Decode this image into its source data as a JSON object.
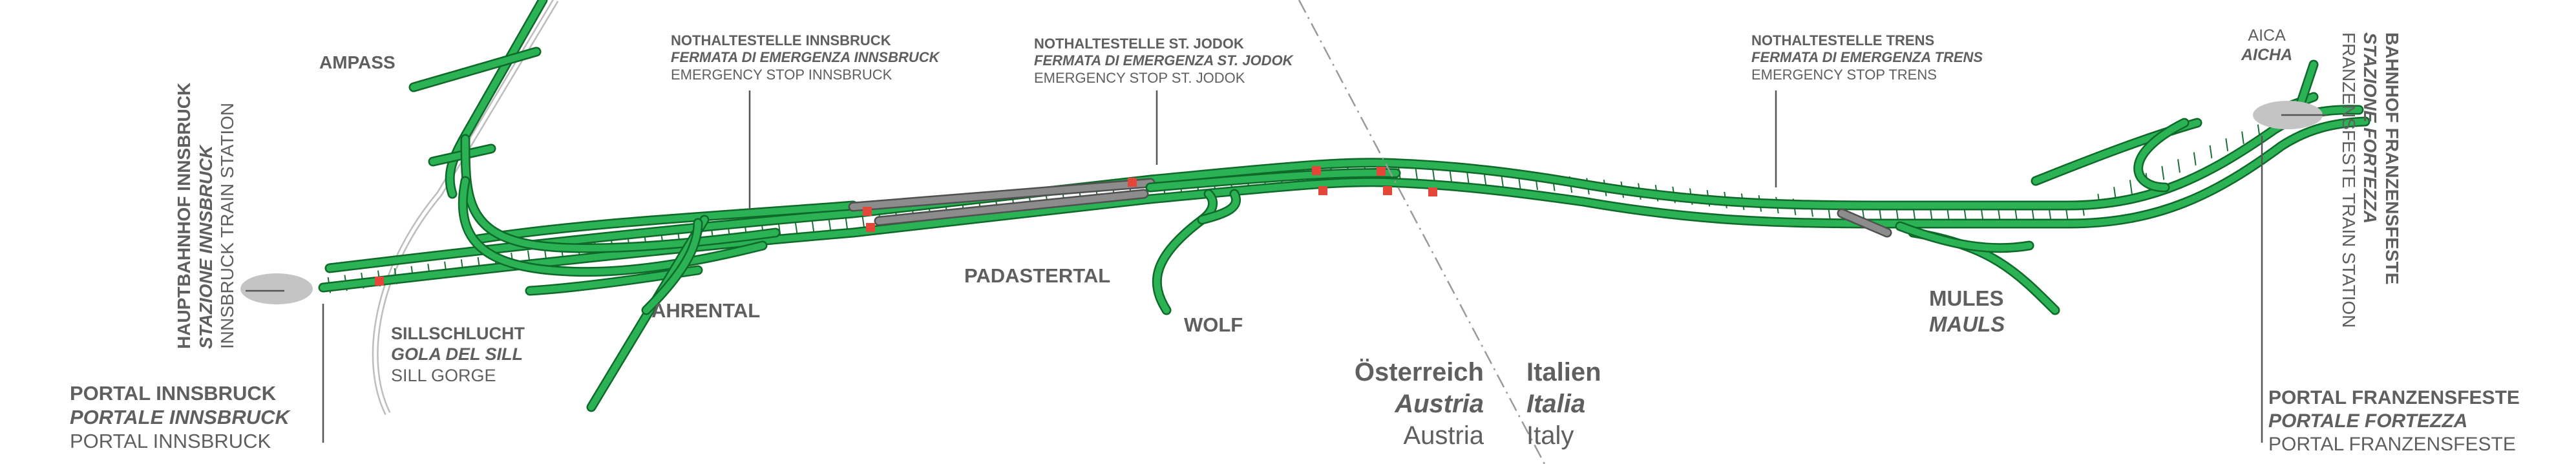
{
  "portal_innsbruck": {
    "de": "PORTAL INNSBRUCK",
    "it": "PORTALE INNSBRUCK",
    "en": "PORTAL INNSBRUCK"
  },
  "portal_franzensfeste": {
    "de": "PORTAL FRANZENSFESTE",
    "it": "PORTALE FORTEZZA",
    "en": "PORTAL FRANZENSFESTE"
  },
  "station_innsbruck": {
    "de": "HAUPTBAHNHOF INNSBRUCK",
    "it": "STAZIONE INNSBRUCK",
    "en": "INNSBRUCK TRAIN STATION"
  },
  "station_franzensfeste": {
    "de": "BAHNHOF FRANZENSFESTE",
    "it": "STAZIONE FORTEZZA",
    "en": "FRANZENSFESTE TRAIN STATION"
  },
  "emergency_innsbruck": {
    "de": "NOTHALTESTELLE INNSBRUCK",
    "it": "FERMATA DI EMERGENZA INNSBRUCK",
    "en": "EMERGENCY STOP INNSBRUCK"
  },
  "emergency_jodok": {
    "de": "NOTHALTESTELLE ST. JODOK",
    "it": "FERMATA DI EMERGENZA ST. JODOK",
    "en": "EMERGENCY STOP ST. JODOK"
  },
  "emergency_trens": {
    "de": "NOTHALTESTELLE TRENS",
    "it": "FERMATA DI EMERGENZA TRENS",
    "en": "EMERGENCY STOP TRENS"
  },
  "sill_gorge": {
    "de": "SILLSCHLUCHT",
    "it": "GOLA DEL SILL",
    "en": "SILL GORGE"
  },
  "aica": {
    "de": "AICA",
    "it": "AICHA"
  },
  "mules": {
    "de": "MULES",
    "it": "MAULS"
  },
  "places": {
    "ampass": "AMPASS",
    "ahrental": "AHRENTAL",
    "padastertal": "PADASTERTAL",
    "wolf": "WOLF"
  },
  "border": {
    "austria": {
      "de": "Österreich",
      "it": "Austria",
      "en": "Austria"
    },
    "italy": {
      "de": "Italien",
      "it": "Italia",
      "en": "Italy"
    }
  },
  "colors": {
    "tunnel_green": "#1f9e46",
    "tunnel_outline": "#0f6a2a",
    "crossing_gray": "#8c8c8c",
    "marker_red": "#e5463a",
    "text": "#5f5f5f"
  }
}
